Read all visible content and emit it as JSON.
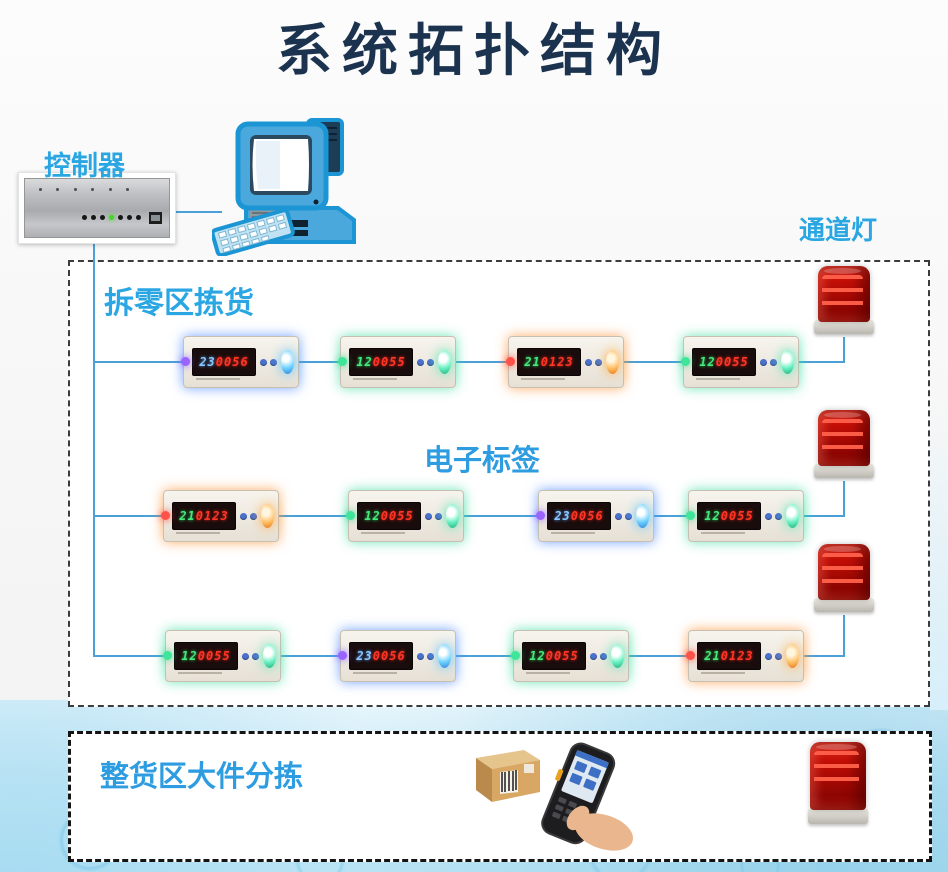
{
  "page": {
    "title": "系统拓扑结构"
  },
  "colors": {
    "accent_cyan": "#2aa7e3",
    "wire_blue": "#4aa0d8",
    "title_navy": "#1c3350",
    "led_digit_red": "#ff3526",
    "beacon_red": "#c20e06"
  },
  "controller": {
    "label": "控制器"
  },
  "labels": {
    "channel_light": "通道灯",
    "electronic_tag": "电子标签"
  },
  "picking_zone": {
    "label": "拆零区拣货",
    "rows": [
      {
        "tags": [
          {
            "lead": "23",
            "rest": "0056",
            "led": "blue"
          },
          {
            "lead": "12",
            "rest": "0055",
            "led": "green"
          },
          {
            "lead": "21",
            "rest": "0123",
            "led": "orange"
          },
          {
            "lead": "12",
            "rest": "0055",
            "led": "green"
          }
        ]
      },
      {
        "tags": [
          {
            "lead": "21",
            "rest": "0123",
            "led": "orange"
          },
          {
            "lead": "12",
            "rest": "0055",
            "led": "green"
          },
          {
            "lead": "23",
            "rest": "0056",
            "led": "blue"
          },
          {
            "lead": "12",
            "rest": "0055",
            "led": "green"
          }
        ]
      },
      {
        "tags": [
          {
            "lead": "12",
            "rest": "0055",
            "led": "green"
          },
          {
            "lead": "23",
            "rest": "0056",
            "led": "blue"
          },
          {
            "lead": "12",
            "rest": "0055",
            "led": "green"
          },
          {
            "lead": "21",
            "rest": "0123",
            "led": "orange"
          }
        ]
      }
    ]
  },
  "bulk_zone": {
    "label": "整货区大件分拣"
  },
  "icons": {
    "computer": "desktop-pc-icon",
    "controller_box": "controller-device",
    "beacon": "alarm-beacon-icon",
    "scanner": "handheld-scanner-icon",
    "package": "cardboard-box-icon"
  }
}
